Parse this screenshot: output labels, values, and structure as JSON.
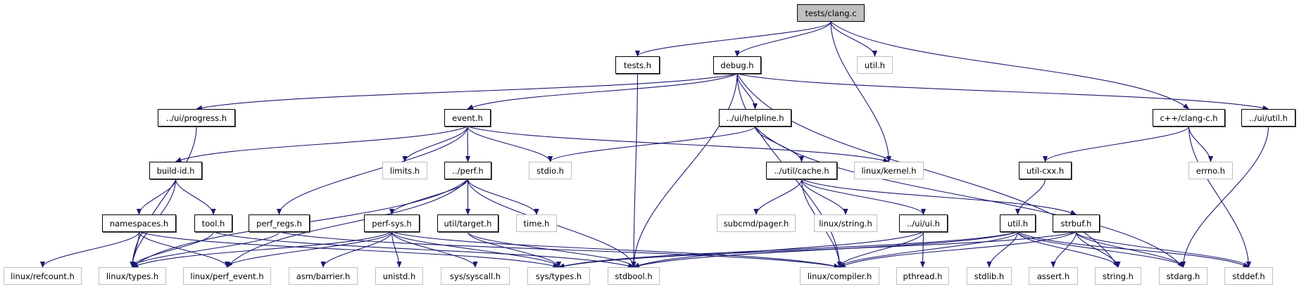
{
  "title": "tests/clang.c",
  "colors": {
    "edge": "#191970",
    "root_fill": "#bfbfbf",
    "ext_border": "#bfbfbf",
    "doc_border": "#000000"
  },
  "nodes": [
    {
      "id": "clang_c",
      "label": "tests/clang.c",
      "kind": "root"
    },
    {
      "id": "tests_h",
      "label": "tests.h",
      "kind": "doc"
    },
    {
      "id": "debug_h",
      "label": "debug.h",
      "kind": "doc"
    },
    {
      "id": "util_h_top",
      "label": "util.h",
      "kind": "ext"
    },
    {
      "id": "progress_h",
      "label": "../ui/progress.h",
      "kind": "doc"
    },
    {
      "id": "event_h",
      "label": "event.h",
      "kind": "doc"
    },
    {
      "id": "helpline_h",
      "label": "../ui/helpline.h",
      "kind": "doc"
    },
    {
      "id": "clangc_h",
      "label": "c++/clang-c.h",
      "kind": "doc"
    },
    {
      "id": "uiutil_h",
      "label": "../ui/util.h",
      "kind": "doc"
    },
    {
      "id": "buildid_h",
      "label": "build-id.h",
      "kind": "doc"
    },
    {
      "id": "limits_h",
      "label": "limits.h",
      "kind": "ext"
    },
    {
      "id": "perf_h",
      "label": "../perf.h",
      "kind": "doc"
    },
    {
      "id": "stdio_h",
      "label": "stdio.h",
      "kind": "ext"
    },
    {
      "id": "cache_h",
      "label": "../util/cache.h",
      "kind": "doc"
    },
    {
      "id": "kernel_h",
      "label": "linux/kernel.h",
      "kind": "ext"
    },
    {
      "id": "utilcxx_h",
      "label": "util-cxx.h",
      "kind": "doc"
    },
    {
      "id": "errno_h",
      "label": "errno.h",
      "kind": "ext"
    },
    {
      "id": "namespaces_h",
      "label": "namespaces.h",
      "kind": "doc"
    },
    {
      "id": "tool_h",
      "label": "tool.h",
      "kind": "doc"
    },
    {
      "id": "perfregs_h",
      "label": "perf_regs.h",
      "kind": "doc"
    },
    {
      "id": "perfsys_h",
      "label": "perf-sys.h",
      "kind": "doc"
    },
    {
      "id": "target_h",
      "label": "util/target.h",
      "kind": "doc"
    },
    {
      "id": "time_h",
      "label": "time.h",
      "kind": "ext"
    },
    {
      "id": "pager_h",
      "label": "subcmd/pager.h",
      "kind": "ext"
    },
    {
      "id": "lstring_h",
      "label": "linux/string.h",
      "kind": "ext"
    },
    {
      "id": "uiui_h",
      "label": "../ui/ui.h",
      "kind": "doc"
    },
    {
      "id": "util_h",
      "label": "util.h",
      "kind": "doc"
    },
    {
      "id": "strbuf_h",
      "label": "strbuf.h",
      "kind": "doc"
    },
    {
      "id": "refcount_h",
      "label": "linux/refcount.h",
      "kind": "ext"
    },
    {
      "id": "ltypes_h",
      "label": "linux/types.h",
      "kind": "ext"
    },
    {
      "id": "perfevent_h",
      "label": "linux/perf_event.h",
      "kind": "ext"
    },
    {
      "id": "barrier_h",
      "label": "asm/barrier.h",
      "kind": "ext"
    },
    {
      "id": "unistd_h",
      "label": "unistd.h",
      "kind": "ext"
    },
    {
      "id": "syscall_h",
      "label": "sys/syscall.h",
      "kind": "ext"
    },
    {
      "id": "systypes_h",
      "label": "sys/types.h",
      "kind": "ext"
    },
    {
      "id": "stdbool_h",
      "label": "stdbool.h",
      "kind": "ext"
    },
    {
      "id": "compiler_h",
      "label": "linux/compiler.h",
      "kind": "ext"
    },
    {
      "id": "pthread_h",
      "label": "pthread.h",
      "kind": "ext"
    },
    {
      "id": "stdlib_h",
      "label": "stdlib.h",
      "kind": "ext"
    },
    {
      "id": "assert_h",
      "label": "assert.h",
      "kind": "ext"
    },
    {
      "id": "string_h",
      "label": "string.h",
      "kind": "ext"
    },
    {
      "id": "stdarg_h",
      "label": "stdarg.h",
      "kind": "ext"
    },
    {
      "id": "stddef_h",
      "label": "stddef.h",
      "kind": "ext"
    }
  ],
  "edges": [
    [
      "clang_c",
      "tests_h"
    ],
    [
      "clang_c",
      "debug_h"
    ],
    [
      "clang_c",
      "util_h_top"
    ],
    [
      "clang_c",
      "kernel_h"
    ],
    [
      "clang_c",
      "clangc_h"
    ],
    [
      "tests_h",
      "stdbool_h"
    ],
    [
      "debug_h",
      "progress_h"
    ],
    [
      "debug_h",
      "event_h"
    ],
    [
      "debug_h",
      "helpline_h"
    ],
    [
      "debug_h",
      "uiutil_h"
    ],
    [
      "debug_h",
      "stdbool_h"
    ],
    [
      "debug_h",
      "compiler_h"
    ],
    [
      "debug_h",
      "string_h"
    ],
    [
      "progress_h",
      "ltypes_h"
    ],
    [
      "event_h",
      "buildid_h"
    ],
    [
      "event_h",
      "limits_h"
    ],
    [
      "event_h",
      "perf_h"
    ],
    [
      "event_h",
      "stdio_h"
    ],
    [
      "event_h",
      "kernel_h"
    ],
    [
      "event_h",
      "perfregs_h"
    ],
    [
      "helpline_h",
      "stdio_h"
    ],
    [
      "helpline_h",
      "cache_h"
    ],
    [
      "helpline_h",
      "stdarg_h"
    ],
    [
      "clangc_h",
      "utilcxx_h"
    ],
    [
      "clangc_h",
      "errno_h"
    ],
    [
      "clangc_h",
      "stddef_h"
    ],
    [
      "uiutil_h",
      "stdarg_h"
    ],
    [
      "buildid_h",
      "namespaces_h"
    ],
    [
      "buildid_h",
      "tool_h"
    ],
    [
      "buildid_h",
      "ltypes_h"
    ],
    [
      "perf_h",
      "ltypes_h"
    ],
    [
      "perf_h",
      "perfevent_h"
    ],
    [
      "perf_h",
      "perfsys_h"
    ],
    [
      "perf_h",
      "target_h"
    ],
    [
      "perf_h",
      "time_h"
    ],
    [
      "perf_h",
      "stdbool_h"
    ],
    [
      "cache_h",
      "pager_h"
    ],
    [
      "cache_h",
      "lstring_h"
    ],
    [
      "cache_h",
      "uiui_h"
    ],
    [
      "cache_h",
      "strbuf_h"
    ],
    [
      "cache_h",
      "compiler_h"
    ],
    [
      "utilcxx_h",
      "util_h"
    ],
    [
      "namespaces_h",
      "refcount_h"
    ],
    [
      "namespaces_h",
      "ltypes_h"
    ],
    [
      "namespaces_h",
      "perfevent_h"
    ],
    [
      "namespaces_h",
      "systypes_h"
    ],
    [
      "tool_h",
      "ltypes_h"
    ],
    [
      "tool_h",
      "stdbool_h"
    ],
    [
      "perfregs_h",
      "ltypes_h"
    ],
    [
      "perfregs_h",
      "compiler_h"
    ],
    [
      "perfsys_h",
      "ltypes_h"
    ],
    [
      "perfsys_h",
      "perfevent_h"
    ],
    [
      "perfsys_h",
      "barrier_h"
    ],
    [
      "perfsys_h",
      "unistd_h"
    ],
    [
      "perfsys_h",
      "syscall_h"
    ],
    [
      "perfsys_h",
      "systypes_h"
    ],
    [
      "perfsys_h",
      "compiler_h"
    ],
    [
      "target_h",
      "systypes_h"
    ],
    [
      "target_h",
      "stdbool_h"
    ],
    [
      "uiui_h",
      "compiler_h"
    ],
    [
      "uiui_h",
      "pthread_h"
    ],
    [
      "uiui_h",
      "stdbool_h"
    ],
    [
      "util_h",
      "systypes_h"
    ],
    [
      "util_h",
      "stdbool_h"
    ],
    [
      "util_h",
      "compiler_h"
    ],
    [
      "util_h",
      "stdlib_h"
    ],
    [
      "util_h",
      "string_h"
    ],
    [
      "util_h",
      "stdarg_h"
    ],
    [
      "util_h",
      "stddef_h"
    ],
    [
      "strbuf_h",
      "assert_h"
    ],
    [
      "strbuf_h",
      "string_h"
    ],
    [
      "strbuf_h",
      "stdarg_h"
    ],
    [
      "strbuf_h",
      "stddef_h"
    ],
    [
      "strbuf_h",
      "systypes_h"
    ],
    [
      "strbuf_h",
      "compiler_h"
    ]
  ]
}
